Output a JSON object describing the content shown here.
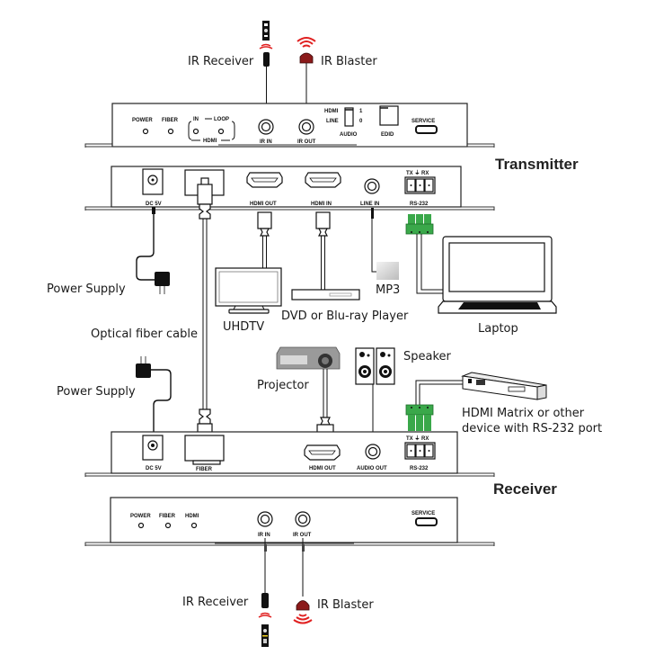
{
  "transmitter": {
    "title": "Transmitter",
    "front_panel": {
      "leds": [
        "POWER",
        "FIBER"
      ],
      "hdmi_group": {
        "in": "IN",
        "loop": "LOOP",
        "label": "HDMI"
      },
      "ports": [
        "IR IN",
        "IR OUT"
      ],
      "audio_switch": {
        "option_hdmi": "HDMI",
        "option_line": "LINE",
        "value_1": "1",
        "value_0": "0",
        "label": "AUDIO"
      },
      "edid_label": "EDID",
      "service_label": "SERVICE"
    },
    "rear_panel": {
      "ports": [
        "DC 5V",
        "HDMI OUT",
        "HDMI IN",
        "LINE IN",
        "RS-232"
      ],
      "rs232_pins": "TX ⏚ RX"
    }
  },
  "receiver": {
    "title": "Receiver",
    "rear_panel": {
      "ports": [
        "DC 5V",
        "FIBER",
        "HDMI OUT",
        "AUDIO OUT",
        "RS-232"
      ],
      "rs232_pins": "TX ⏚ RX"
    },
    "front_panel": {
      "leds": [
        "POWER",
        "FIBER",
        "HDMI"
      ],
      "ports": [
        "IR IN",
        "IR OUT"
      ],
      "service_label": "SERVICE"
    }
  },
  "devices": {
    "ir_receiver_top": "IR Receiver",
    "ir_blaster_top": "IR Blaster",
    "power_supply_tx": "Power Supply",
    "uhdtv": "UHDTV",
    "dvd_player": "DVD or Blu-ray Player",
    "mp3": "MP3",
    "laptop": "Laptop",
    "optical_fiber": "Optical fiber cable",
    "power_supply_rx": "Power Supply",
    "projector": "Projector",
    "speaker": "Speaker",
    "hdmi_matrix_line1": "HDMI Matrix or other",
    "hdmi_matrix_line2": "device with RS-232 port",
    "ir_receiver_bottom": "IR Receiver",
    "ir_blaster_bottom": "IR Blaster"
  },
  "colors": {
    "rs232_connector": "#3aa84a",
    "ir_blaster": "#8b1a1a",
    "ir_signal": "#e02020"
  }
}
